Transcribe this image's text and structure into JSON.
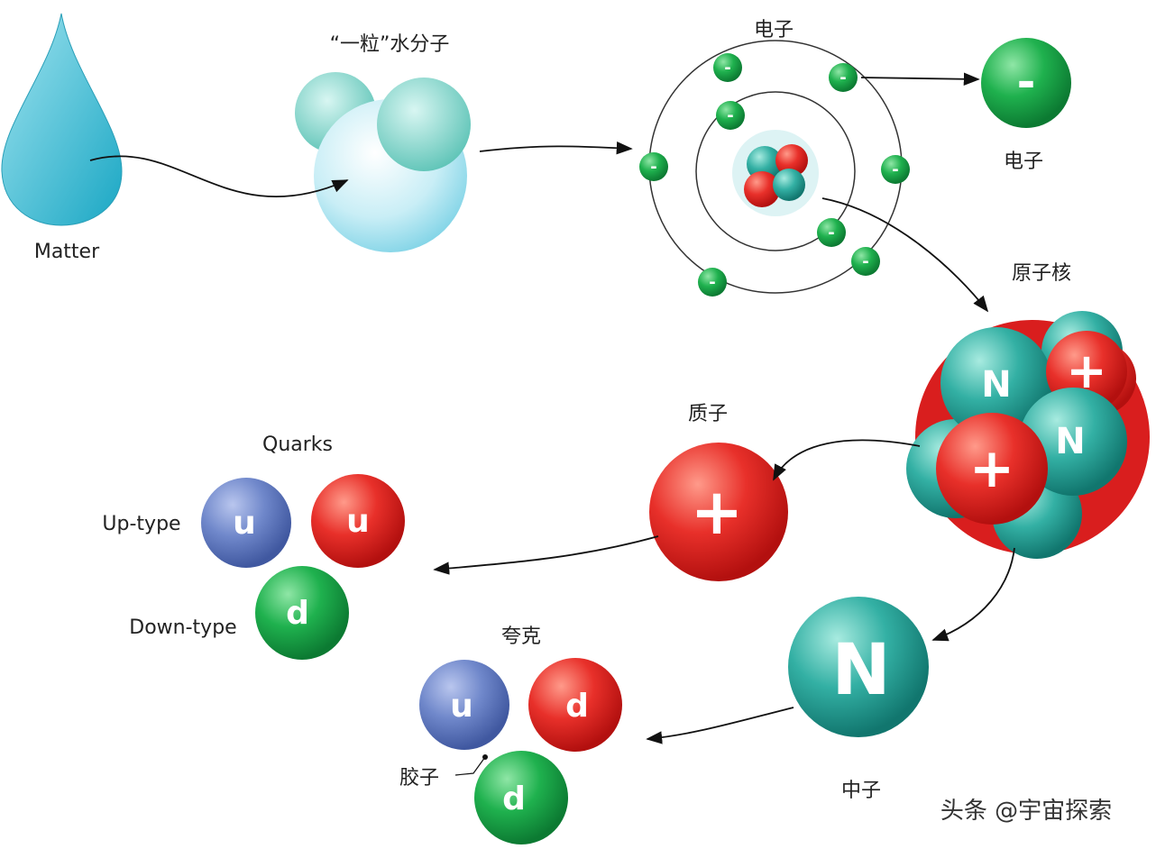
{
  "labels": {
    "matter": "Matter",
    "water_molecule": "“一粒”水分子",
    "electron_top": "电子",
    "electron_right": "电子",
    "nucleus": "原子核",
    "proton": "质子",
    "neutron": "中子",
    "quarks_en": "Quarks",
    "up_type": "Up-type",
    "down_type": "Down-type",
    "quarks_cn": "夸克",
    "gluon": "胶子"
  },
  "particles": {
    "electron_sign": "-",
    "proton_sign": "+",
    "neutron_letter": "N",
    "up": "u",
    "down": "d"
  },
  "watermark": "头条 @宇宙探索",
  "colors": {
    "electron": "#1fa84a",
    "proton": "#e52a2a",
    "neutron": "#2aa89c",
    "up": "#6f86c8",
    "down": "#25a845",
    "water": "#4cc3d9"
  }
}
